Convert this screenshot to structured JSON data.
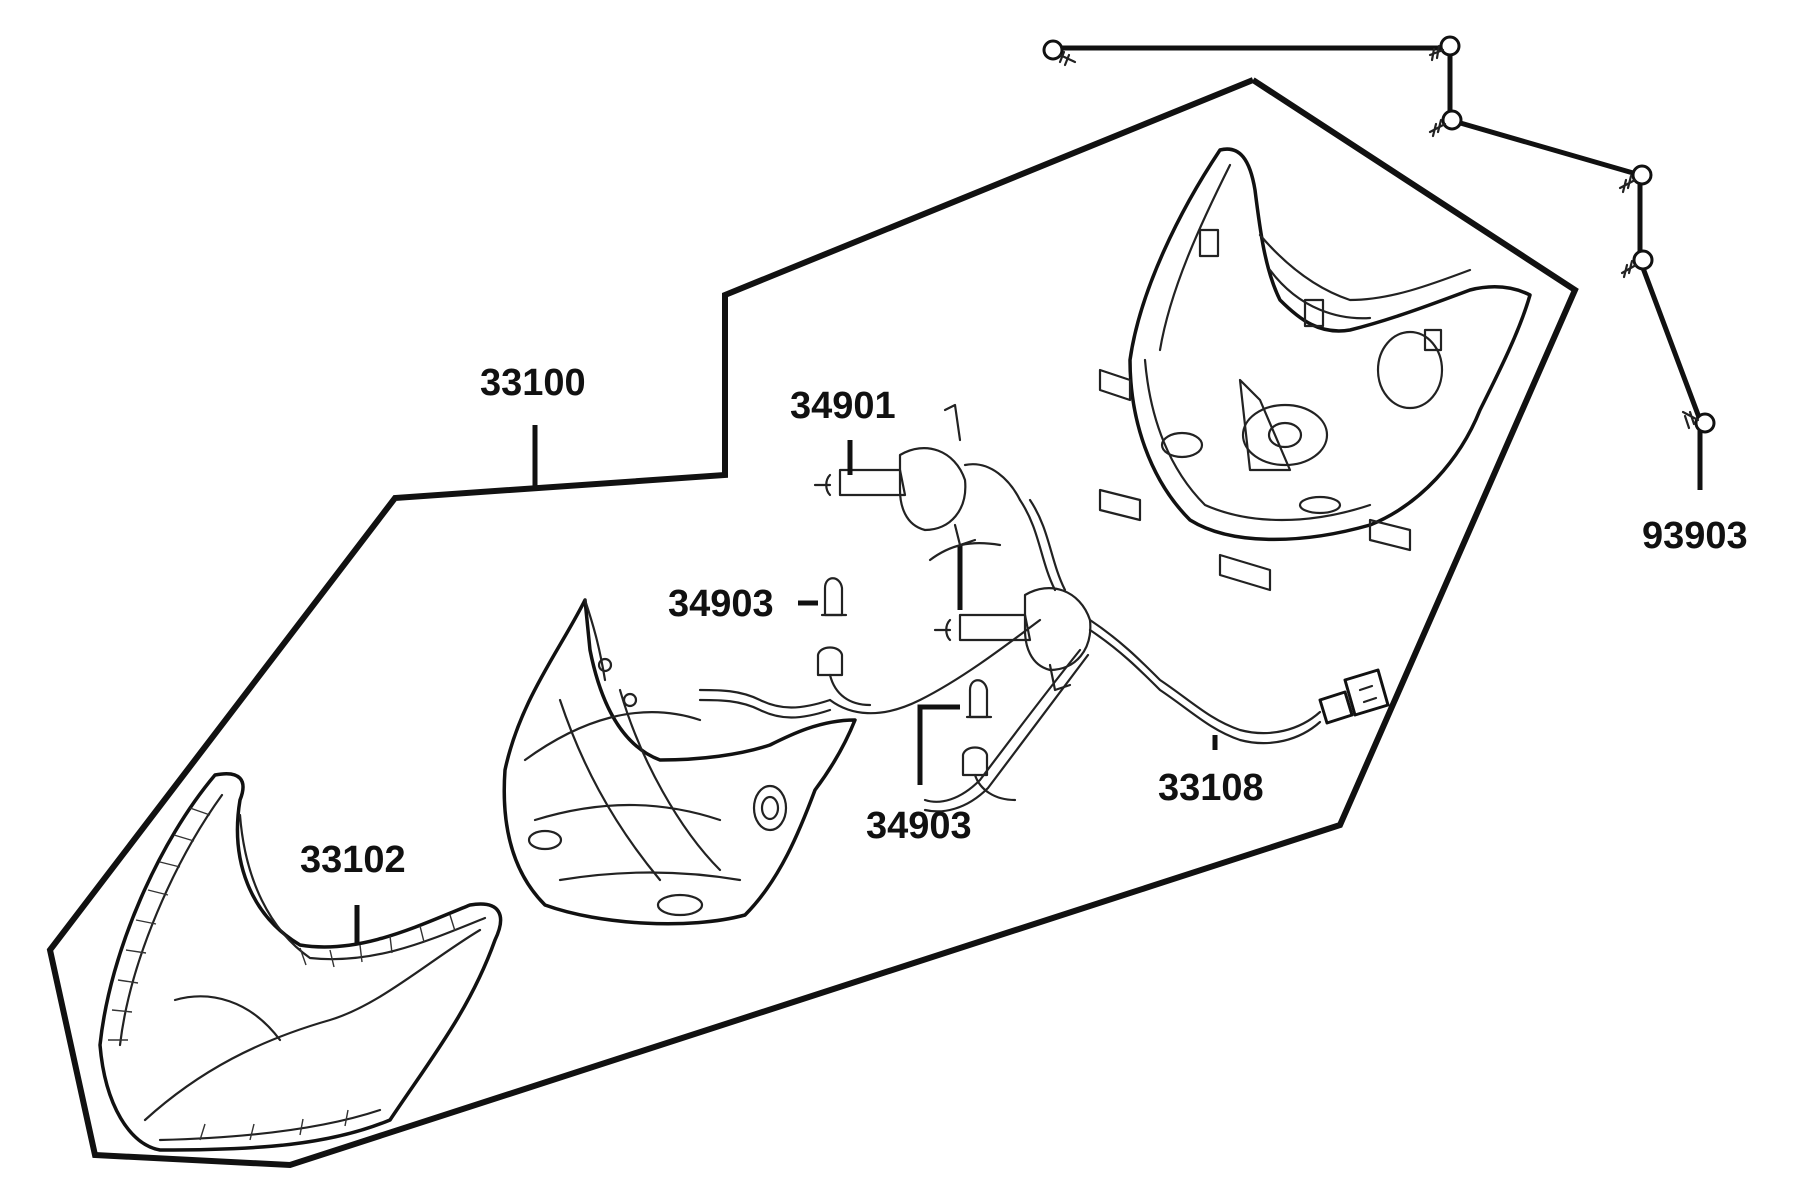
{
  "diagram": {
    "type": "exploded-parts-diagram",
    "colors": {
      "ink": "#111111",
      "background": "#ffffff"
    },
    "labels": {
      "assembly": "33100",
      "lens": "33102",
      "bulb_headlight": "34901",
      "bulb_small_upper": "34903",
      "bulb_small_lower": "34903",
      "harness": "33108",
      "screw": "93903"
    }
  }
}
